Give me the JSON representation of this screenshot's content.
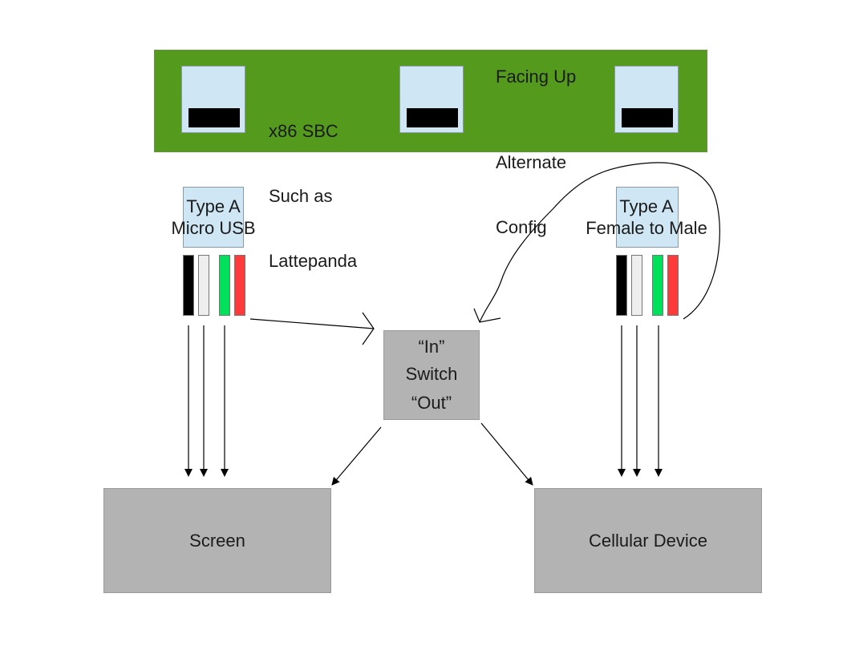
{
  "board": {
    "color": "#549a1c",
    "description_lines": [
      "x86 SBC",
      "Such as",
      "Lattepanda"
    ],
    "note_line1": "Facing Up",
    "note_line2": "Alternate",
    "note_line3": "Config"
  },
  "left_connector": {
    "line1": "Type A",
    "line2": "Micro USB"
  },
  "right_connector": {
    "line1": "Type A",
    "line2": "Female to Male"
  },
  "wire_colors": [
    "#000000",
    "#eeeeee",
    "#00e05a",
    "#ff3a3a"
  ],
  "switch": {
    "in_label": "“In”",
    "title": "Switch",
    "out_label": "“Out”"
  },
  "screen_label": "Screen",
  "cellular_label": "Cellular Device"
}
